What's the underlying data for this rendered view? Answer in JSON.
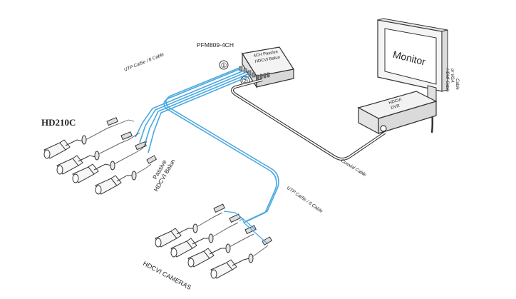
{
  "labels": {
    "camera_model": "HD210C",
    "splitter_model": "PFM809-4CH",
    "splitter_line1": "4CH Passive",
    "splitter_line2": "HDCVI Balun",
    "port1": "①",
    "port2": "②",
    "utp_cable_top": "UTP Cat5e / 6 Cable",
    "utp_cable_bottom": "UTP Cat5e / 6 Cable",
    "coaxial_cable": "Coaxial Cable",
    "passive_balun_line1": "Passive",
    "passive_balun_line2": "HDCVI Balun",
    "monitor": "Monitor",
    "hdmi_cable_line1": "HDMI Cable",
    "hdmi_cable_line2": "or VGA",
    "hdmi_cable_line3": "Cable",
    "dvr_line1": "HDCVI",
    "dvr_line2": "DVR",
    "cameras_caption": "HDCVI CAMERAS"
  },
  "colors": {
    "utp_cable": "#4aa8e0",
    "line_dark": "#333333",
    "device_fill": "#f2f2f2"
  }
}
